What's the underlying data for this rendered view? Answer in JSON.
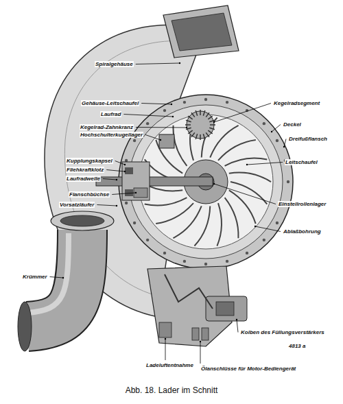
{
  "diagram": {
    "caption": "Abb. 18. Lader im Schnitt",
    "labels": [
      "Spiralgehäuse",
      "Gehäuse-Leitschaufel",
      "Laufrad",
      "Kegelrad-Zahnkranz",
      "Hochschulterkugellager",
      "Kupplungskapsel",
      "Fliehkraftklotz",
      "Laufradwelle",
      "Flanschbüchse",
      "Vorsatzläufer",
      "Krümmer",
      "Kegelradsegment",
      "Deckel",
      "Dreifußflansch",
      "Leitschaufel",
      "Einstellrollenlager",
      "Ablaßbohrung",
      "Kolben des Füllungsverstärkers",
      "Ladeluftentnahme",
      "Ölanschlüsse für Motor-Bediengerät",
      "4813 a"
    ]
  }
}
